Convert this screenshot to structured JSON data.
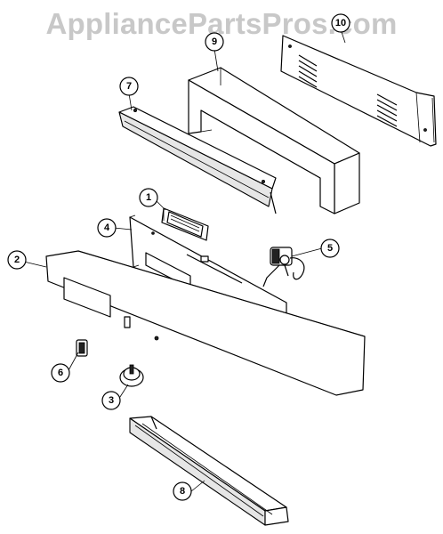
{
  "watermark": "AppliancePartsPros.com",
  "callouts": {
    "c1": "1",
    "c2": "2",
    "c3": "3",
    "c4": "4",
    "c5": "5",
    "c6": "6",
    "c7": "7",
    "c8": "8",
    "c9": "9",
    "c10": "10"
  },
  "colors": {
    "ink": "#000000",
    "watermark": "#c8c8c8",
    "background": "#ffffff"
  }
}
